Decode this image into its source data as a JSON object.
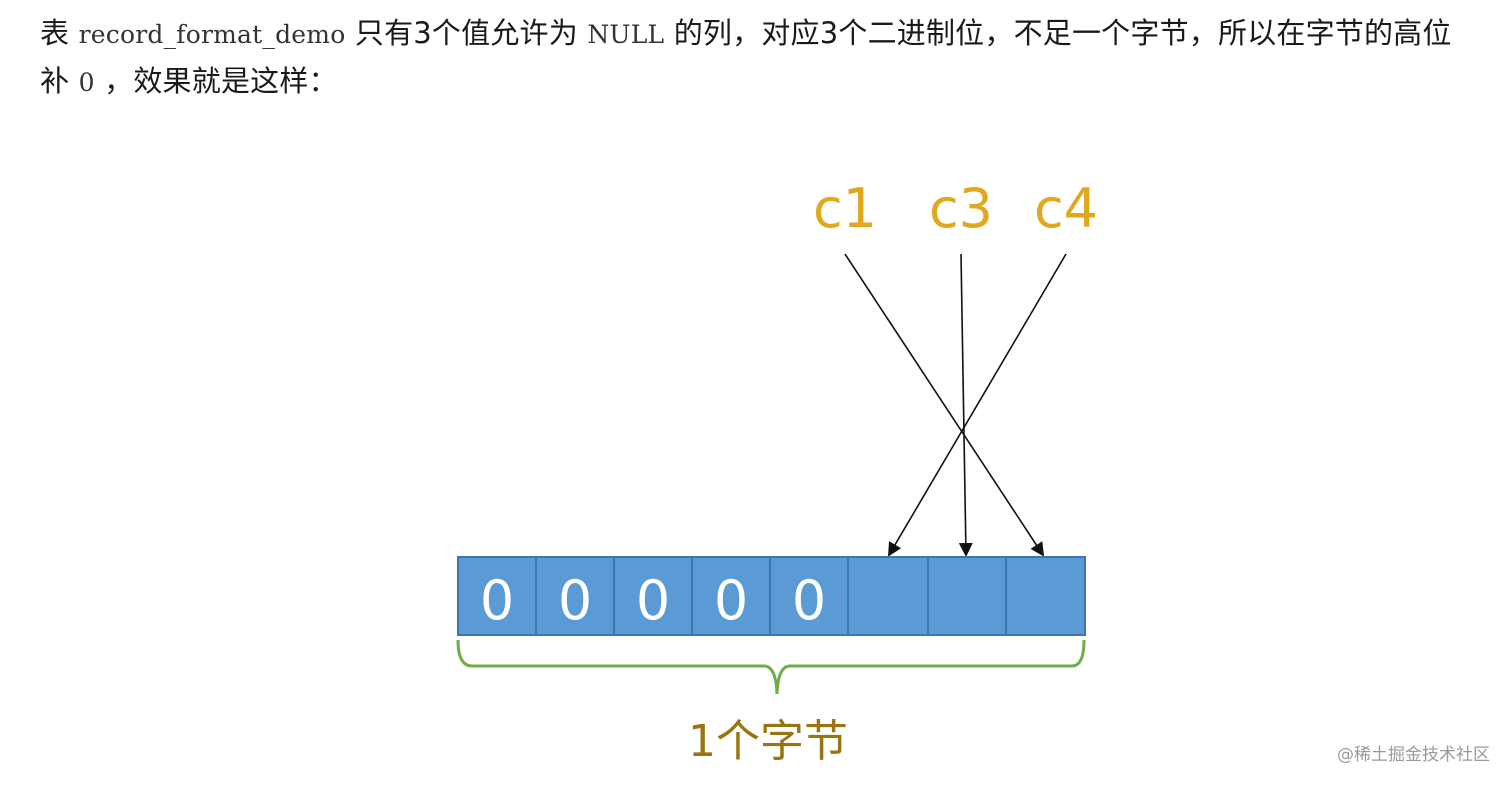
{
  "paragraph": {
    "prefix": "表 ",
    "table_name": "record_format_demo",
    "mid1": " 只有3个值允许为 ",
    "null_kw": "NULL",
    "mid2": " 的列，对应3个二进制位，不足一个字节，所以在字节的高位补 ",
    "zero": "0",
    "suffix": " ，效果就是这样："
  },
  "diagram": {
    "column_labels": [
      "c1",
      "c3",
      "c4"
    ],
    "bits": [
      "0",
      "0",
      "0",
      "0",
      "0",
      "",
      "",
      ""
    ],
    "byte_label": "1个字节",
    "colors": {
      "cell_fill": "#5b9bd5",
      "cell_stroke": "#3c76ac",
      "brace": "#70ad47",
      "label": "#e0a81c",
      "byte_label": "#9a7410",
      "arrow": "#111111"
    }
  },
  "watermark": "@稀土掘金技术社区"
}
